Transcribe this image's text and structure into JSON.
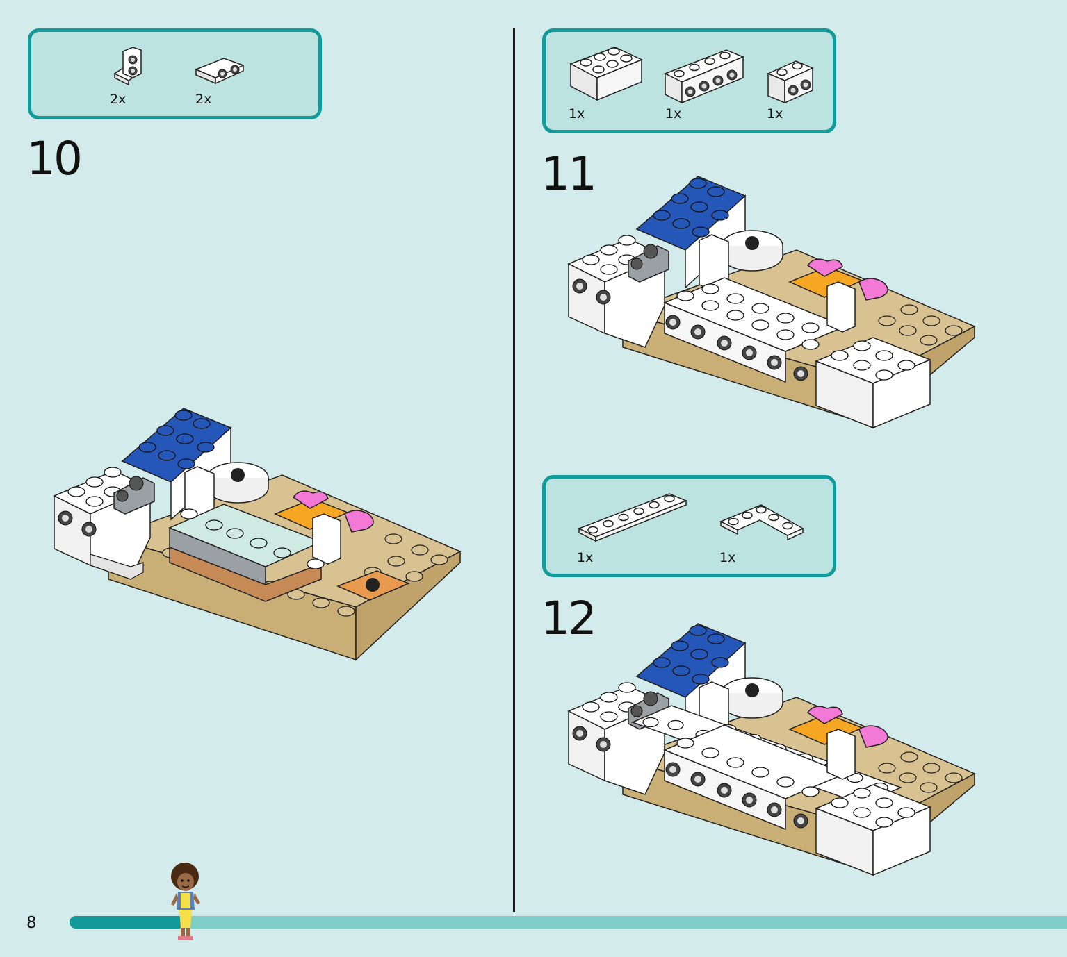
{
  "page": {
    "number": "8",
    "progress_fraction": 0.115
  },
  "steps": [
    {
      "number": "10",
      "parts": [
        {
          "qty": "2x",
          "icon": "bracket-1x2-up-icon",
          "color": "#ffffff"
        },
        {
          "qty": "2x",
          "icon": "bracket-1x2-down-icon",
          "color": "#ffffff"
        }
      ]
    },
    {
      "number": "11",
      "parts": [
        {
          "qty": "1x",
          "icon": "brick-2x3-icon",
          "color": "#ffffff"
        },
        {
          "qty": "1x",
          "icon": "brick-1x4-side-studs-icon",
          "color": "#ffffff"
        },
        {
          "qty": "1x",
          "icon": "brick-1x2-side-studs-icon",
          "color": "#ffffff"
        }
      ]
    },
    {
      "number": "12",
      "parts": [
        {
          "qty": "1x",
          "icon": "plate-1x6-icon",
          "color": "#ffffff"
        },
        {
          "qty": "1x",
          "icon": "plate-corner-icon",
          "color": "#ffffff"
        }
      ]
    }
  ],
  "colors": {
    "background": "#d3ebea",
    "box_border": "#139a9a",
    "box_fill": "#bde3e1",
    "progress_done": "#129a98",
    "progress_remaining": "#7fcdc8",
    "brick_white": "#ffffff",
    "brick_blue": "#2557b8",
    "brick_tan": "#d8c291",
    "brick_pink": "#f27ad6",
    "brick_orange": "#f5a623",
    "brick_mint": "#cfe9e3",
    "brick_gray": "#9aa0a4"
  }
}
